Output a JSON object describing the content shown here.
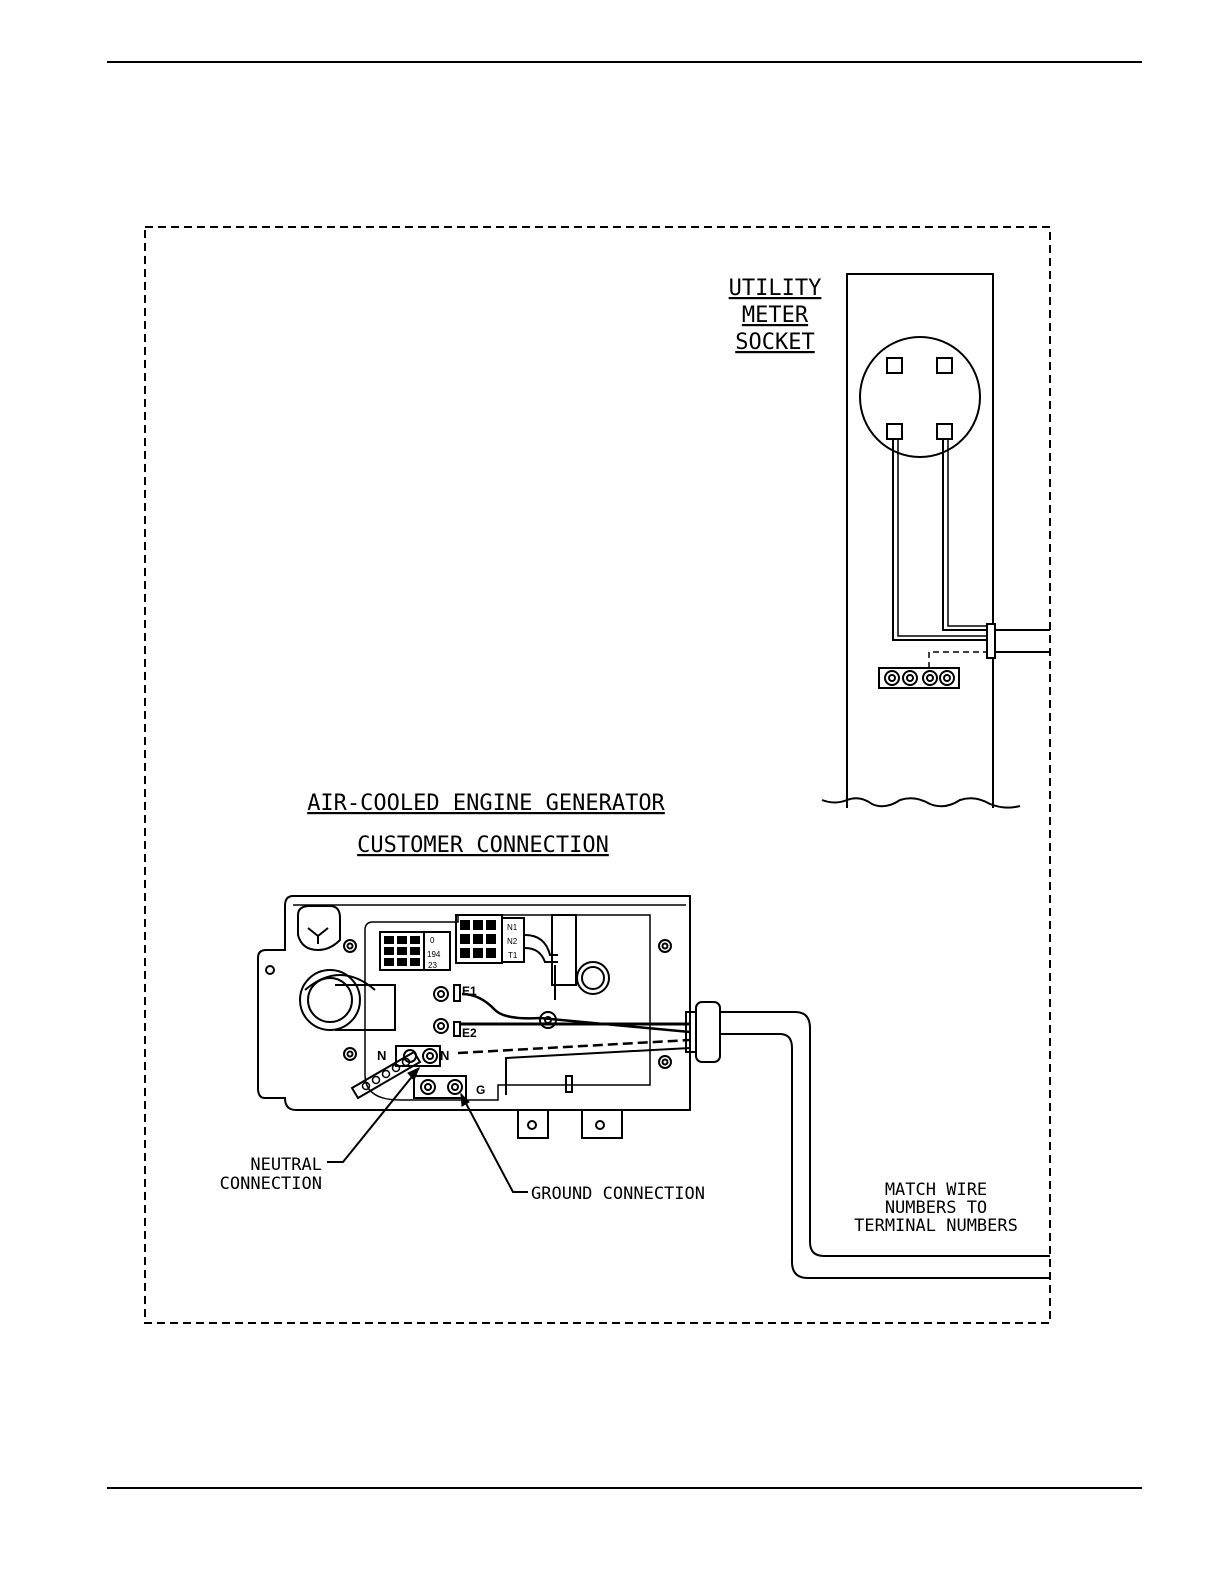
{
  "meter": {
    "title_lines": [
      "UTILITY",
      "METER",
      "SOCKET"
    ]
  },
  "generator": {
    "title": "AIR-COOLED ENGINE GENERATOR",
    "subtitle": "CUSTOMER CONNECTION",
    "terminal_labels": {
      "left_block": [
        "0",
        "194",
        "23"
      ],
      "right_block": [
        "N1",
        "N2",
        "T1"
      ],
      "e1": "E1",
      "e2": "E2",
      "n_left": "N",
      "n_right": "N",
      "g": "G"
    }
  },
  "callouts": {
    "neutral": [
      "NEUTRAL",
      "CONNECTION"
    ],
    "ground": "GROUND CONNECTION",
    "match": [
      "MATCH WIRE",
      "NUMBERS TO",
      "TERMINAL NUMBERS"
    ]
  }
}
